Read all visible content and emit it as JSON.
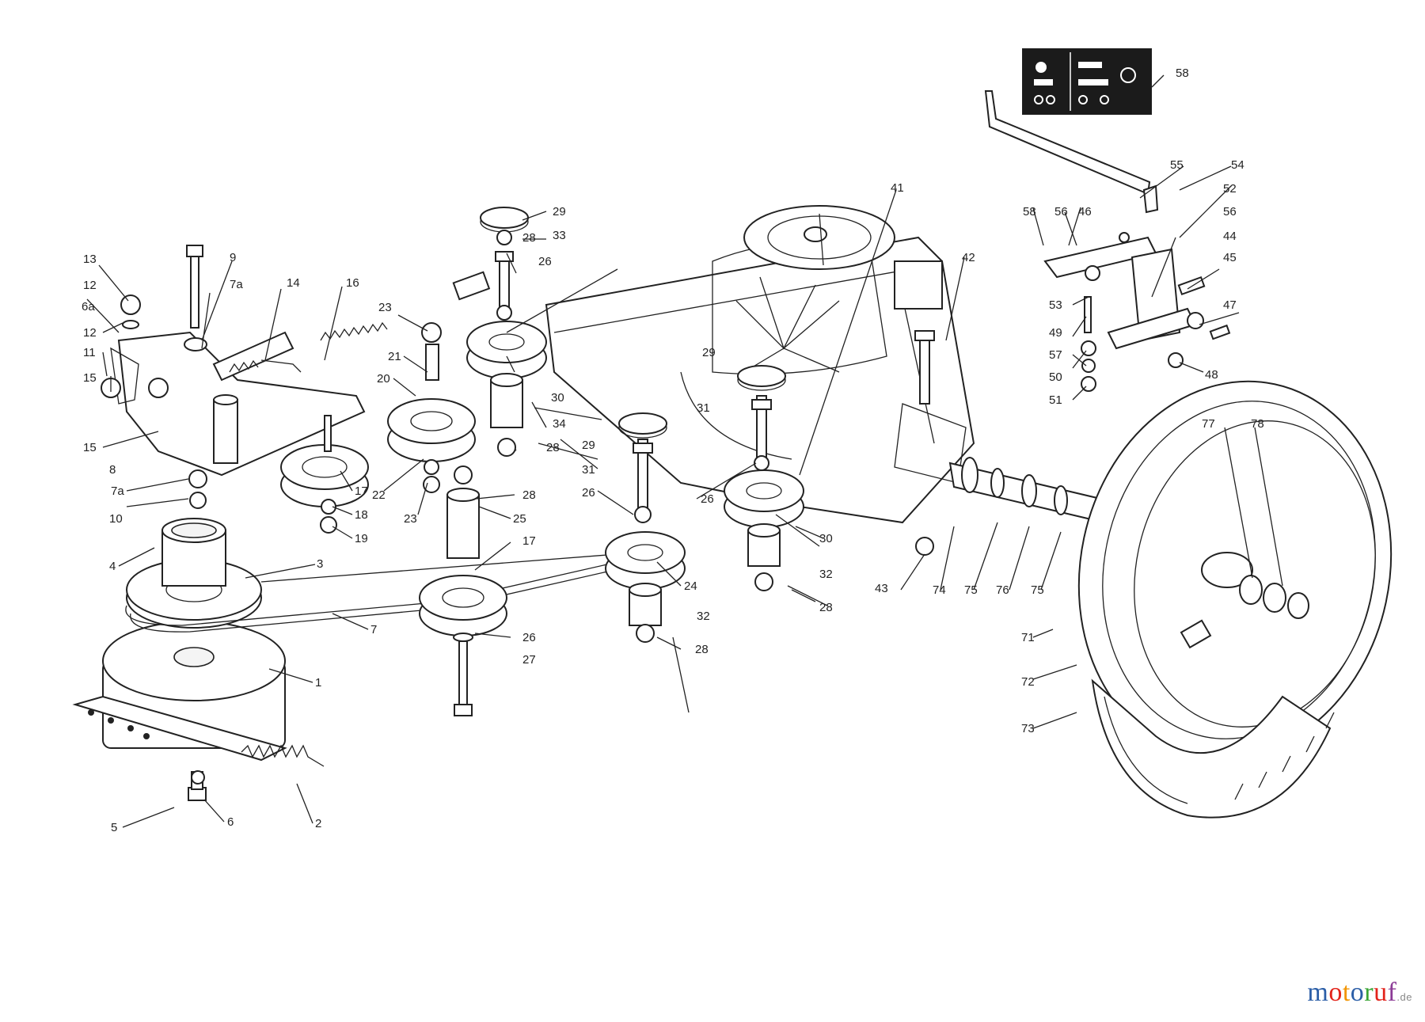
{
  "diagram": {
    "labels": [
      "1",
      "2",
      "3",
      "4",
      "5",
      "6",
      "6a",
      "7",
      "7a",
      "7a",
      "8",
      "9",
      "10",
      "11",
      "12",
      "12",
      "13",
      "14",
      "15",
      "15",
      "16",
      "17",
      "17",
      "18",
      "19",
      "20",
      "21",
      "22",
      "23",
      "23",
      "24",
      "25",
      "26",
      "26",
      "26",
      "26",
      "27",
      "28",
      "28",
      "28",
      "28",
      "28",
      "29",
      "29",
      "29",
      "30",
      "30",
      "31",
      "31",
      "32",
      "32",
      "33",
      "34",
      "41",
      "42",
      "43",
      "44",
      "45",
      "46",
      "47",
      "48",
      "49",
      "50",
      "51",
      "52",
      "53",
      "54",
      "55",
      "56",
      "56",
      "57",
      "58",
      "58",
      "71",
      "72",
      "73",
      "74",
      "75",
      "75",
      "76",
      "77",
      "78"
    ]
  },
  "watermark": {
    "letters": [
      "m",
      "o",
      "t",
      "o",
      "r",
      "u",
      "f"
    ],
    "colors": [
      "#2b5ea7",
      "#e2231a",
      "#f29400",
      "#2b5ea7",
      "#3aa535",
      "#e2231a",
      "#8c3b96"
    ],
    "tld": ".de"
  }
}
